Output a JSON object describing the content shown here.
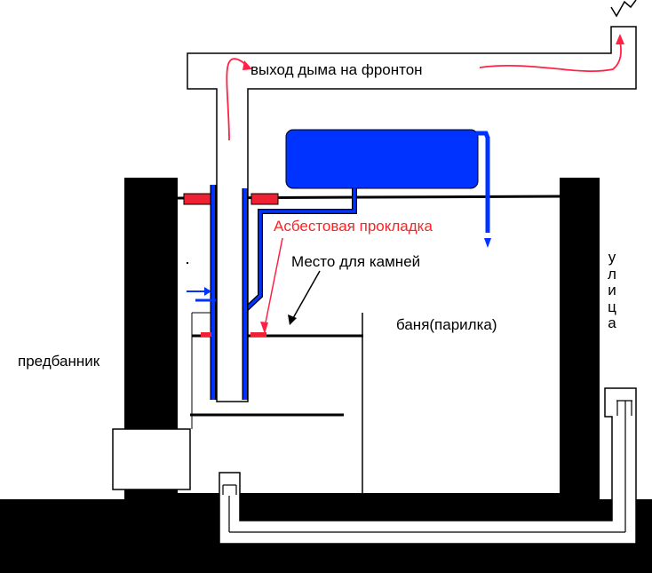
{
  "labels": {
    "smoke_exit": "выход дыма на фронтон",
    "asbestos": "Асбестовая прокладка",
    "stones": "Место для камней",
    "bath": "баня(парилка)",
    "anteroom": "предбанник",
    "street_letters": [
      "у",
      "л",
      "и",
      "ц",
      "а"
    ]
  },
  "colors": {
    "wall": "#000000",
    "water": "#0033ff",
    "airflow": "#ff2244",
    "gasket": "#ee2233"
  }
}
